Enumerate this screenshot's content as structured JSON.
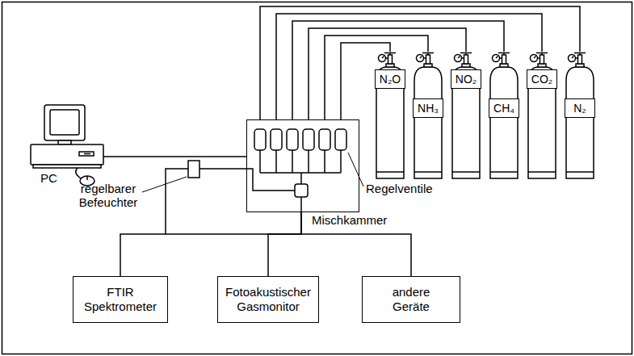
{
  "diagram": {
    "nodes": [
      {
        "text": [
          "N₂O"
        ]
      },
      {
        "text": [
          "NH₃"
        ]
      },
      {
        "text": [
          "NO₂"
        ]
      },
      {
        "text": [
          "CH₄"
        ]
      },
      {
        "text": [
          "CO₂"
        ]
      },
      {
        "text": [
          "N₂"
        ]
      },
      {
        "text": [
          "PC"
        ]
      },
      {
        "text": [
          "Mischkammer"
        ]
      },
      {
        "text": [
          "FTIR Spektrometer"
        ]
      },
      {
        "text": [
          "Fotoakustischer Gasmonitor"
        ]
      },
      {
        "text": [
          "andere Geräte"
        ]
      }
    ],
    "edges": [
      {
        "from": 0,
        "to": 7,
        "arrow": "none"
      },
      {
        "from": 1,
        "to": 7,
        "arrow": "none"
      },
      {
        "from": 2,
        "to": 7,
        "arrow": "none"
      },
      {
        "from": 3,
        "to": 7,
        "arrow": "none"
      },
      {
        "from": 4,
        "to": 7,
        "arrow": "none"
      },
      {
        "from": 5,
        "to": 7,
        "arrow": "none"
      },
      {
        "from": 6,
        "to": 7,
        "arrow": "none"
      },
      {
        "from": 7,
        "to": 8,
        "arrow": "none"
      },
      {
        "from": 7,
        "to": 9,
        "arrow": "none"
      },
      {
        "from": 7,
        "to": 10,
        "arrow": "none"
      }
    ],
    "labels": [
      "regelbarer Befeuchter",
      "Regelventile"
    ]
  }
}
